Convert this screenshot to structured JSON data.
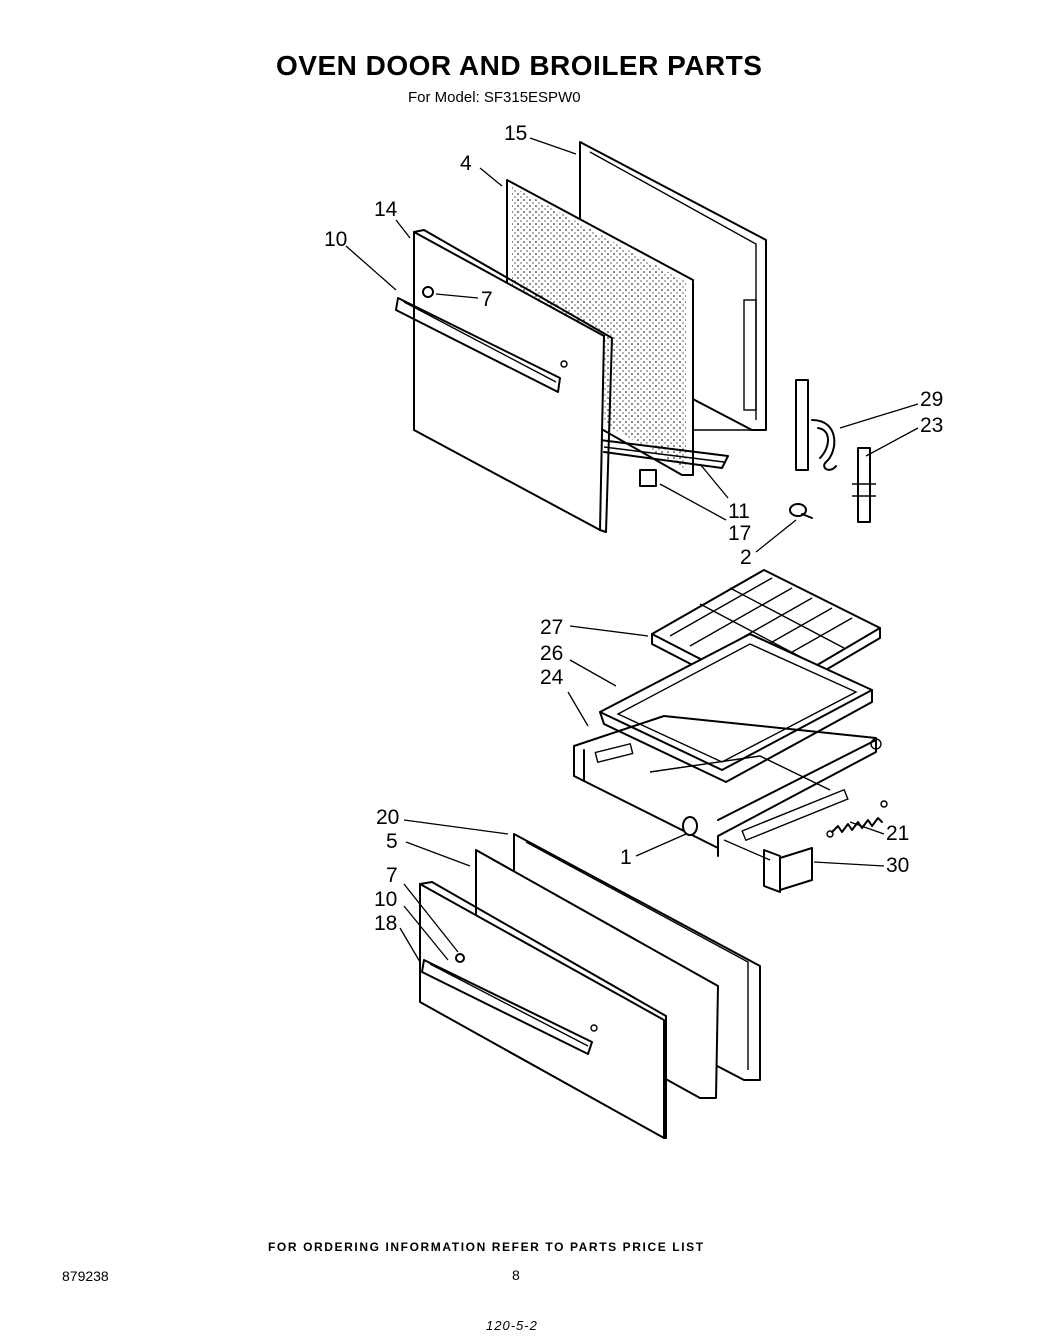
{
  "header": {
    "title": "OVEN DOOR AND BROILER PARTS",
    "subtitle": "For Model: SF315ESPW0"
  },
  "footer": {
    "ordering_note": "FOR ORDERING INFORMATION REFER TO PARTS PRICE LIST",
    "doc_number": "879238",
    "page_number": "8",
    "corner_code": "120-5-2"
  },
  "callouts": {
    "c15": "15",
    "c4": "4",
    "c14": "14",
    "c10a": "10",
    "c7a": "7",
    "c29": "29",
    "c23": "23",
    "c11": "11",
    "c17": "17",
    "c2": "2",
    "c27": "27",
    "c26": "26",
    "c24": "24",
    "c20": "20",
    "c5": "5",
    "c1": "1",
    "c21": "21",
    "c30": "30",
    "c7b": "7",
    "c10b": "10",
    "c18": "18"
  }
}
